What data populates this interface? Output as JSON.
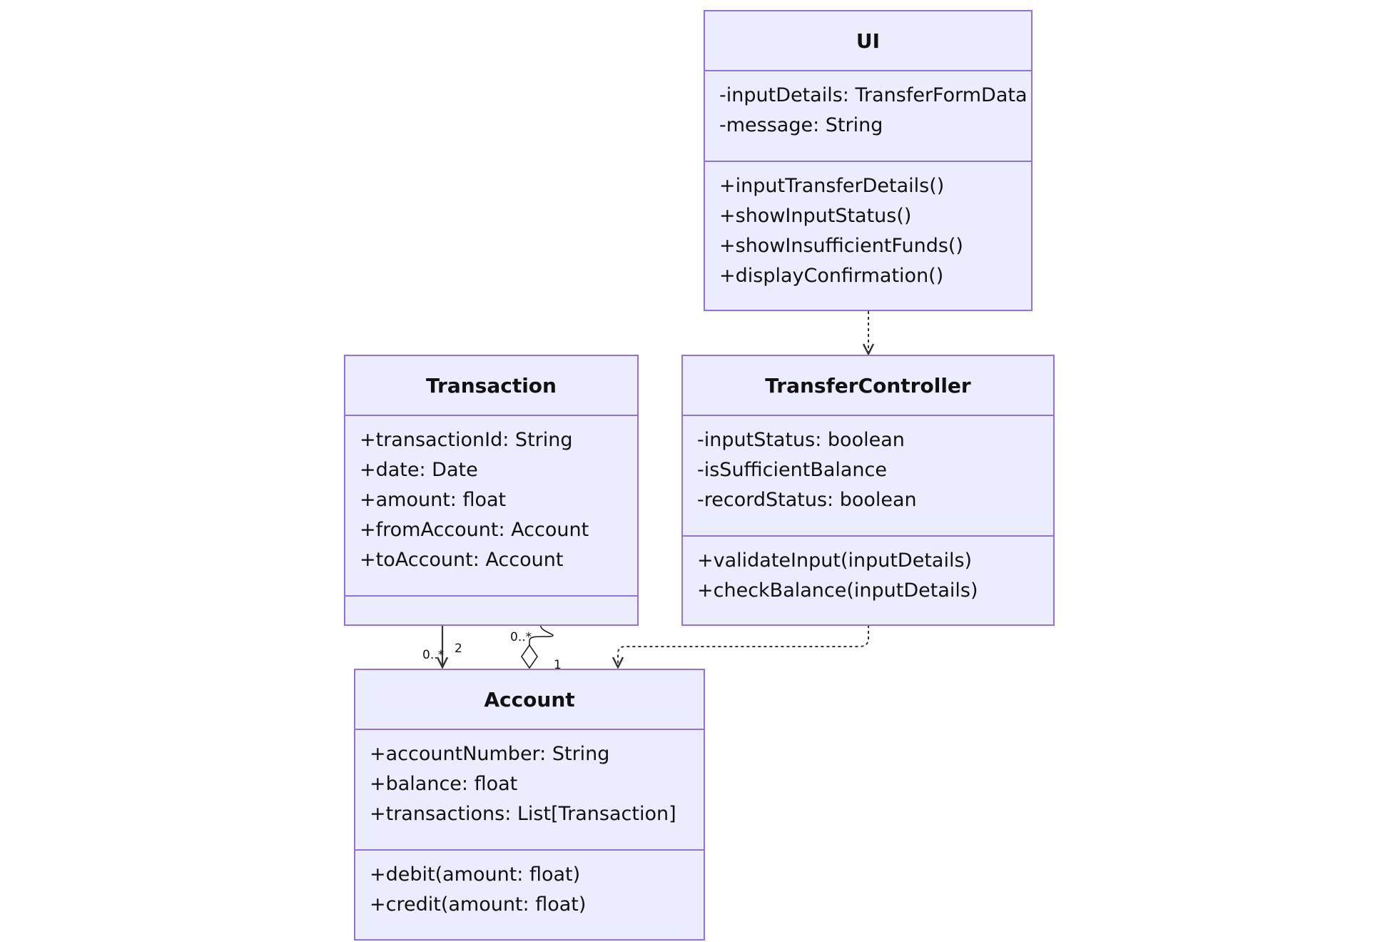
{
  "colors": {
    "fill": "#ECECFF",
    "stroke": "#9370DB",
    "edge": "#333333"
  },
  "classes": {
    "ui": {
      "name": "UI",
      "attributes": [
        "-inputDetails: TransferFormData",
        "-message: String"
      ],
      "methods": [
        "+inputTransferDetails()",
        "+showInputStatus()",
        "+showInsufficientFunds()",
        "+displayConfirmation()"
      ]
    },
    "transaction": {
      "name": "Transaction",
      "attributes": [
        "+transactionId: String",
        "+date: Date",
        "+amount: float",
        "+fromAccount: Account",
        "+toAccount: Account"
      ],
      "methods": []
    },
    "controller": {
      "name": "TransferController",
      "attributes": [
        "-inputStatus: boolean",
        "-isSufficientBalance",
        "-recordStatus: boolean"
      ],
      "methods": [
        "+validateInput(inputDetails)",
        "+checkBalance(inputDetails)"
      ]
    },
    "account": {
      "name": "Account",
      "attributes": [
        "+accountNumber: String",
        "+balance: float",
        "+transactions: List[Transaction]"
      ],
      "methods": [
        "+debit(amount: float)",
        "+credit(amount: float)"
      ]
    }
  },
  "relations": {
    "transaction_account": {
      "from": "Transaction",
      "to": "Account",
      "source_mult": "0..*",
      "target_mult": "2"
    },
    "account_transaction": {
      "from": "Account",
      "to": "Transaction",
      "kind": "aggregation",
      "source_mult": "1",
      "target_mult": "0..*"
    },
    "ui_controller": {
      "from": "UI",
      "to": "TransferController",
      "kind": "dependency"
    },
    "controller_account": {
      "from": "TransferController",
      "to": "Account",
      "kind": "dependency"
    }
  }
}
